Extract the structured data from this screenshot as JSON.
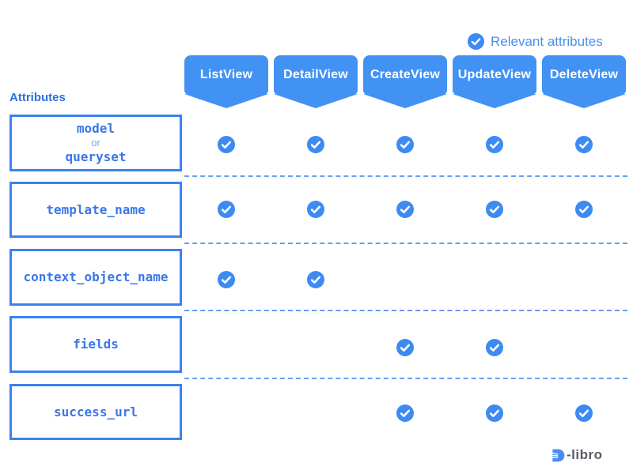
{
  "legend": {
    "label": "Relevant attributes",
    "icon": "check-circle-icon"
  },
  "attributes_label": "Attributes",
  "columns": [
    {
      "label": "ListView"
    },
    {
      "label": "DetailView"
    },
    {
      "label": "CreateView"
    },
    {
      "label": "UpdateView"
    },
    {
      "label": "DeleteView"
    }
  ],
  "rows": [
    {
      "id": "model-or-queryset",
      "label_lines": [
        "model",
        "or",
        "queryset"
      ],
      "checks": [
        true,
        true,
        true,
        true,
        true
      ]
    },
    {
      "id": "template_name",
      "label_lines": [
        "template_name"
      ],
      "checks": [
        true,
        true,
        true,
        true,
        true
      ]
    },
    {
      "id": "context_object_name",
      "label_lines": [
        "context_object_name"
      ],
      "checks": [
        true,
        true,
        false,
        false,
        false
      ]
    },
    {
      "id": "fields",
      "label_lines": [
        "fields"
      ],
      "checks": [
        false,
        false,
        true,
        true,
        false
      ]
    },
    {
      "id": "success_url",
      "label_lines": [
        "success_url"
      ],
      "checks": [
        false,
        false,
        true,
        true,
        true
      ]
    }
  ],
  "logo": {
    "mark": "D",
    "text": "-libro"
  },
  "colors": {
    "primary_blue": "#4292f4",
    "box_border_blue": "#3b82f0",
    "code_text_blue": "#3a77e8",
    "connector_blue": "#7aa6ee",
    "attributes_label_blue": "#2e6ee2",
    "legend_text_blue": "#4a90e8",
    "dashed_line_blue": "#4c8ef0",
    "check_fill_blue": "#3d8bf2",
    "logo_text_gray": "#575c66",
    "background": "#ffffff"
  }
}
